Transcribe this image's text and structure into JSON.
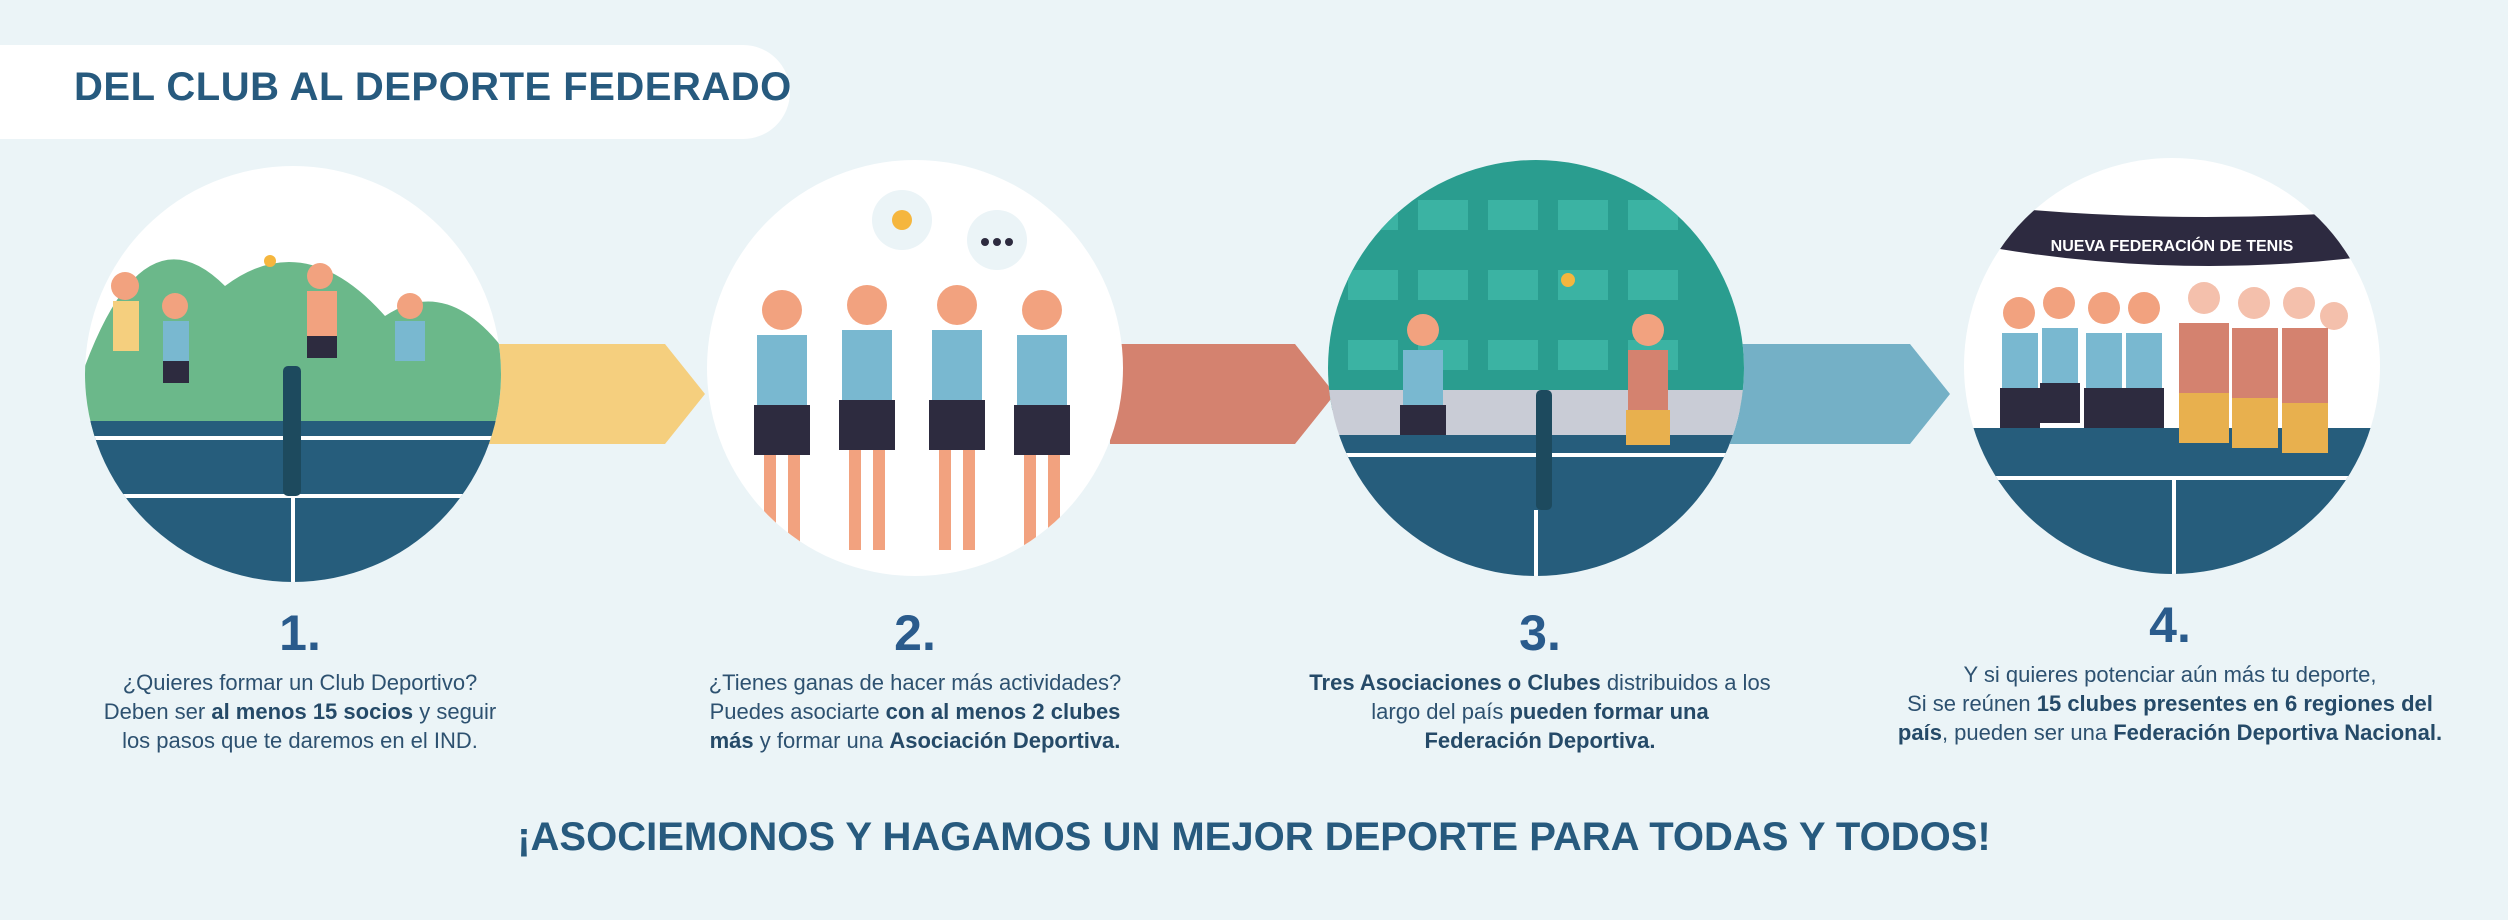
{
  "header": {
    "title": "DEL CLUB AL DEPORTE FEDERADO"
  },
  "colors": {
    "arrow1": "#f5cf7e",
    "arrow2": "#d4826f",
    "arrow3": "#74b0c6",
    "court": "#265d7c",
    "text": "#2b5576"
  },
  "steps": [
    {
      "number": "1.",
      "lines": [
        [
          "¿Quieres formar un Club Deportivo?"
        ],
        [
          "Deben ser ",
          "al menos 15 socios",
          " y seguir"
        ],
        [
          "los pasos que te daremos en el IND."
        ]
      ]
    },
    {
      "number": "2.",
      "lines": [
        [
          "¿Tienes ganas de hacer más actividades?"
        ],
        [
          "Puedes asociarte ",
          "con al menos 2 clubes"
        ],
        [
          "",
          "más",
          " y formar una ",
          "Asociación Deportiva."
        ]
      ]
    },
    {
      "number": "3.",
      "lines": [
        [
          "",
          "Tres Asociaciones o Clubes",
          " distribuidos a los"
        ],
        [
          "largo del país ",
          "pueden formar una"
        ],
        [
          "",
          "Federación Deportiva."
        ]
      ]
    },
    {
      "number": "4.",
      "lines": [
        [
          "Y si quieres potenciar aún más tu deporte,"
        ],
        [
          "Si se reúnen ",
          "15 clubes presentes en 6 regiones del"
        ],
        [
          "",
          "país",
          ", pueden ser una ",
          "Federación Deportiva Nacional."
        ]
      ]
    }
  ],
  "illustration4": {
    "banner": "NUEVA FEDERACIÓN DE TENIS"
  },
  "footer": {
    "slogan": "¡ASOCIEMONOS Y HAGAMOS UN MEJOR DEPORTE PARA TODAS Y TODOS!"
  }
}
